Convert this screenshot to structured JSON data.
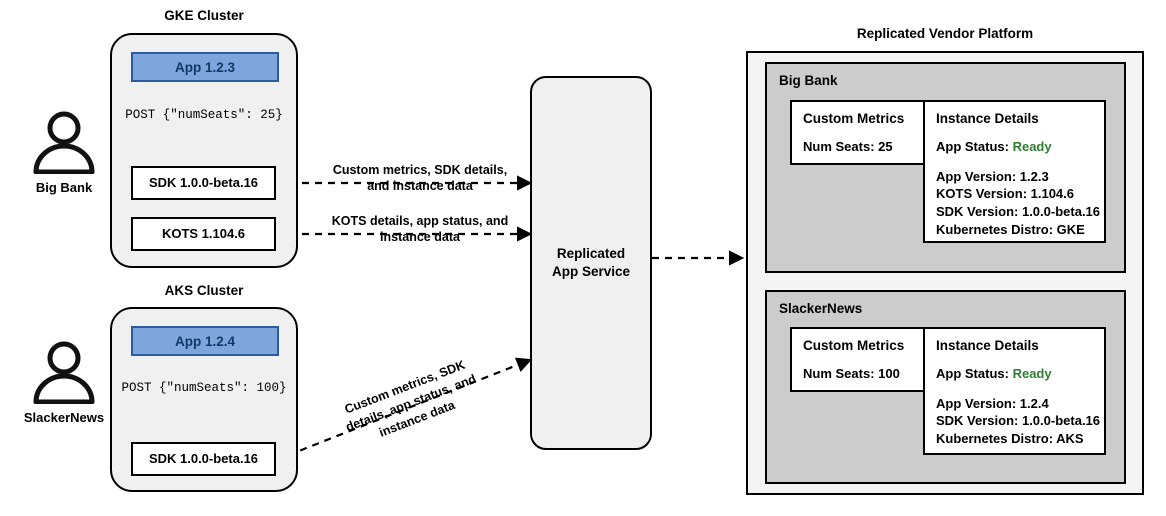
{
  "diagram": {
    "title_gke": "GKE Cluster",
    "title_aks": "AKS Cluster",
    "title_platform": "Replicated Vendor Platform"
  },
  "actors": [
    {
      "name": "Big Bank",
      "icon": "user-icon"
    },
    {
      "name": "SlackerNews",
      "icon": "user-icon"
    }
  ],
  "gke_cluster": {
    "label": "GKE Cluster",
    "app": "App 1.2.3",
    "post": "POST {\"numSeats\": 25}",
    "sdk": "SDK 1.0.0-beta.16",
    "kots": "KOTS 1.104.6"
  },
  "aks_cluster": {
    "label": "AKS Cluster",
    "app": "App 1.2.4",
    "post": "POST {\"numSeats\": 100}",
    "sdk": "SDK 1.0.0-beta.16"
  },
  "connectors": {
    "sdk_gke": "Custom metrics, SDK details, and instance data",
    "kots_gke": "KOTS details, app status, and instance data",
    "sdk_aks_line1": "Custom metrics, SDK",
    "sdk_aks_line2": "details, app status, and",
    "sdk_aks_line3": "instance data"
  },
  "service": {
    "line1": "Replicated",
    "line2": "App Service"
  },
  "platform": {
    "label": "Replicated Vendor Platform",
    "tenants": [
      {
        "name": "Big Bank",
        "custom_metrics": {
          "title": "Custom Metrics",
          "rows": [
            "Num Seats: 25"
          ]
        },
        "instance_details": {
          "title": "Instance Details",
          "status_label": "App Status:",
          "status_value": "Ready",
          "rows": [
            "App Version: 1.2.3",
            "KOTS Version: 1.104.6",
            "SDK Version: 1.0.0-beta.16",
            "Kubernetes Distro: GKE"
          ]
        }
      },
      {
        "name": "SlackerNews",
        "custom_metrics": {
          "title": "Custom Metrics",
          "rows": [
            "Num Seats: 100"
          ]
        },
        "instance_details": {
          "title": "Instance Details",
          "status_label": "App Status:",
          "status_value": "Ready",
          "rows": [
            "App Version: 1.2.4",
            "SDK Version: 1.0.0-beta.16",
            "Kubernetes Distro: AKS"
          ]
        }
      }
    ]
  },
  "colors": {
    "app_fill": "#7EA6DC",
    "app_border": "#2a5d9e",
    "cluster_fill": "#f0f0f0",
    "tenant_fill": "#cccccc",
    "platform_fill": "#f4f4f4",
    "ready_green": "#2e7d32"
  }
}
